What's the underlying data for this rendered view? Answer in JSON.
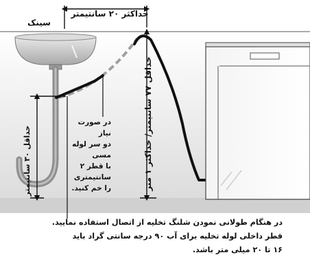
{
  "labels": {
    "max_hose_height": "حداکثر ۲۰ سانتیمتر",
    "sink": "سینک",
    "min_30": "حداقل ۳۰ سانتیمتر",
    "min_max_height": "حداقل ۷۷ سانتیمتر/ حداکثر ۱ متر",
    "note_lines": [
      "در صورت نیاز",
      "دو سر لوله مسی",
      "با قطر ۲ سانتیمتری",
      "را خم کنید."
    ]
  },
  "caption": {
    "lines": [
      "در هنگام طولانی نمودن شلنگ تخلیه از اتصال استفاده نمایید.",
      "قطر داخلی لوله تخلیه برای آب ۹۰ درجه سانتی گراد باید",
      "۱۶ تا ۲۰ میلی متر باشد."
    ]
  },
  "colors": {
    "backdrop": "#e6e6e6",
    "floor": "#cfcfcf",
    "hose": "#111111",
    "pipe": "#9a9a9a",
    "copper_pipe": "#b8b8b8",
    "sink": "#c9c9c9",
    "dishwasher": "#ffffff"
  }
}
